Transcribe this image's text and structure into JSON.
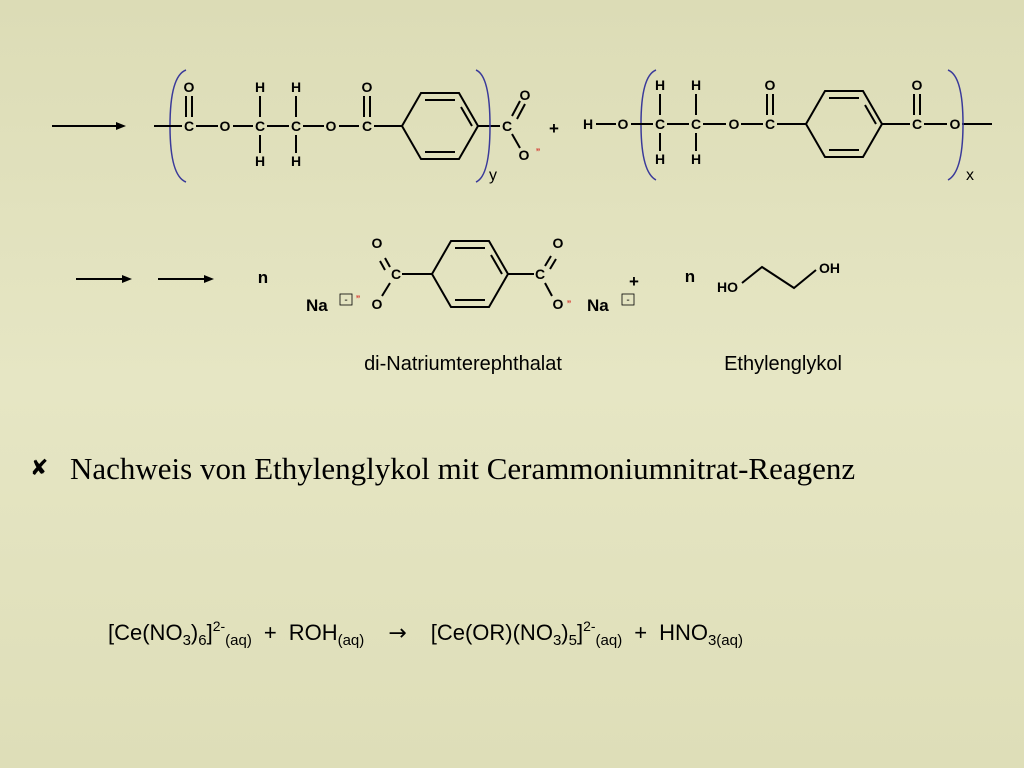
{
  "scheme": {
    "atoms": {
      "C": "C",
      "O": "O",
      "H": "H",
      "plus": "+",
      "y": "y",
      "x": "x",
      "n": "n",
      "na": "Na",
      "minus_sign": "-",
      "charge_mark": "”",
      "oh": "OH",
      "ho": "HO"
    },
    "labels": {
      "terephthalat": "di-Natriumterephthalat",
      "glykol": "Ethylenglykol"
    }
  },
  "bullet": {
    "icon": "cross-bullet-icon",
    "glyph": "✘",
    "text": "Nachweis von Ethylenglykol mit Cerammoniumnitrat-Reagenz"
  },
  "equation": {
    "r1_open": "[Ce(NO",
    "r1_n3": "3",
    "r1_paren": ")",
    "r1_n6": "6",
    "r1_close": "]",
    "r1_charge": "2-",
    "r1_state": "(aq)",
    "plus1": "+",
    "r2": "ROH",
    "r2_state": "(aq)",
    "arrow": "→",
    "p1_open": "[Ce(OR)(NO",
    "p1_n3": "3",
    "p1_paren": ")",
    "p1_n5": "5",
    "p1_close": "]",
    "p1_charge": "2-",
    "p1_state": "(aq)",
    "plus2": "+",
    "p2": "HNO",
    "p2_state": "3(aq)"
  }
}
